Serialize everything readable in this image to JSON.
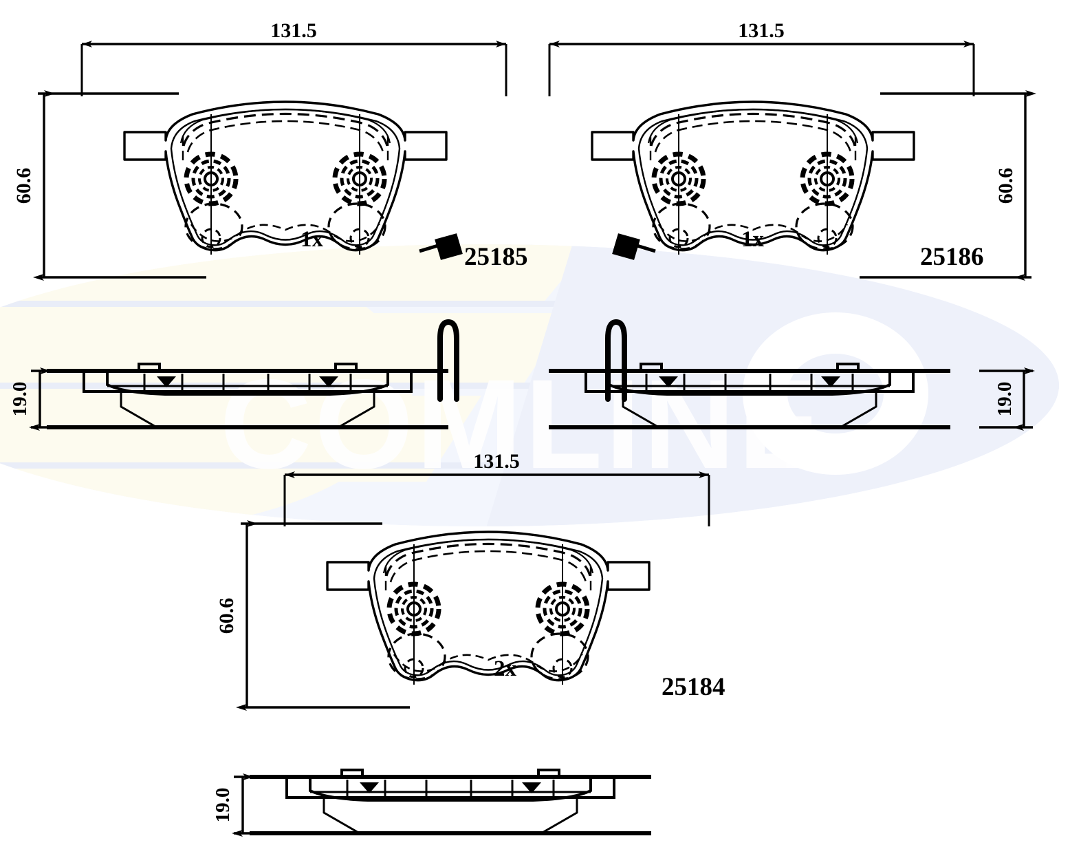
{
  "document": {
    "kind": "technical-drawing",
    "subject": "brake-pad-set",
    "brand": "COMLINE",
    "watermark_text": "COMLINE",
    "colors": {
      "line": "#000000",
      "background": "#ffffff",
      "watermark_cream": "#fdfbef",
      "watermark_blue": "#eceff9",
      "watermark_blue_soft": "#f2f5fc",
      "watermark_text": "#ffffff"
    }
  },
  "views": [
    {
      "id": "pad-top-left",
      "name": "pad-front-view-25185",
      "part_number": "25185",
      "quantity_label": "1x",
      "width_dim": "131.5",
      "height_dim": "60.6",
      "sensor_side": "right"
    },
    {
      "id": "pad-top-right",
      "name": "pad-front-view-25186",
      "part_number": "25186",
      "quantity_label": "1x",
      "width_dim": "131.5",
      "height_dim": "60.6",
      "sensor_side": "left"
    },
    {
      "id": "pad-bottom",
      "name": "pad-front-view-25184",
      "part_number": "25184",
      "quantity_label": "2x",
      "width_dim": "131.5",
      "height_dim": "60.6",
      "sensor_side": "none"
    }
  ],
  "side_views": [
    {
      "id": "side-left",
      "name": "pad-side-view-25185",
      "thickness_dim": "19.0",
      "has_sensor_wire": true
    },
    {
      "id": "side-right",
      "name": "pad-side-view-25186",
      "thickness_dim": "19.0",
      "has_sensor_wire": true
    },
    {
      "id": "side-bottom",
      "name": "pad-side-view-25184",
      "thickness_dim": "19.0",
      "has_sensor_wire": false
    }
  ],
  "dimensions": {
    "top_left_width": "131.5",
    "top_left_height": "60.6",
    "top_right_width": "131.5",
    "top_right_height": "60.6",
    "bottom_width": "131.5",
    "bottom_height": "60.6",
    "side_left_thickness": "19.0",
    "side_right_thickness": "19.0",
    "side_bottom_thickness": "19.0"
  },
  "labels": {
    "qty_1x_left": "1x",
    "qty_1x_right": "1x",
    "qty_2x_bottom": "2x",
    "pn_left": "25185",
    "pn_right": "25186",
    "pn_bottom": "25184"
  }
}
